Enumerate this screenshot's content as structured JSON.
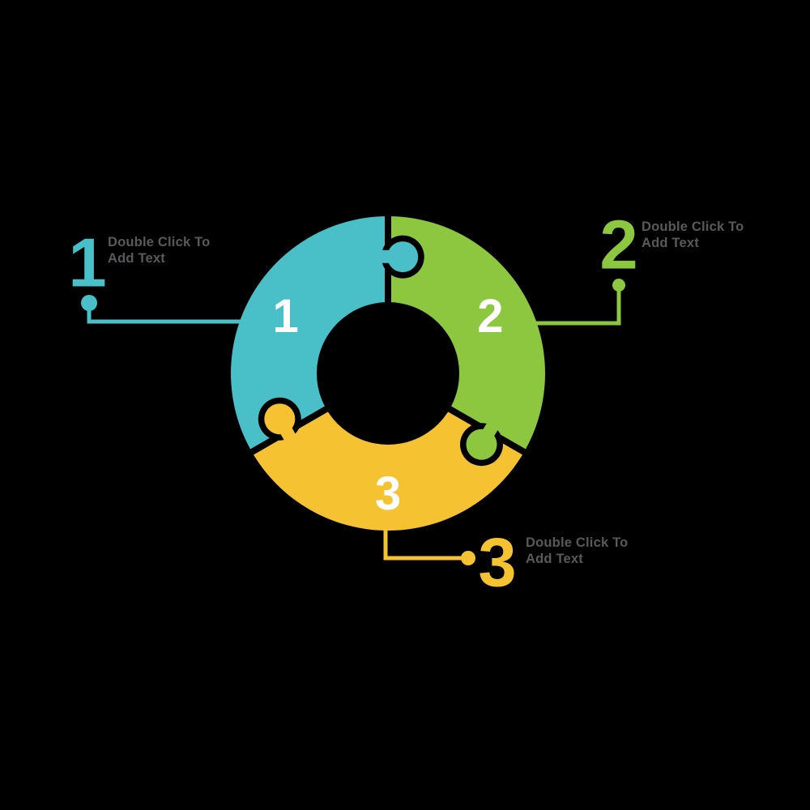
{
  "background_color": "#000000",
  "text_color": "#58595B",
  "diagram": {
    "type": "puzzle-donut",
    "number_color": "#FFFFFF",
    "segments": [
      {
        "number": "1",
        "color": "#49C0C8",
        "start_angle": 90,
        "end_angle": 210
      },
      {
        "number": "2",
        "color": "#8DC63F",
        "start_angle": -30,
        "end_angle": 90
      },
      {
        "number": "3",
        "color": "#F5C232",
        "start_angle": 210,
        "end_angle": 330
      }
    ]
  },
  "callouts": [
    {
      "number": "1",
      "color": "#49C0C8",
      "lines": [
        "Double Click To",
        "Add Text"
      ]
    },
    {
      "number": "2",
      "color": "#8DC63F",
      "lines": [
        "Double Click To",
        "Add Text"
      ]
    },
    {
      "number": "3",
      "color": "#F5C232",
      "lines": [
        "Double Click To",
        "Add Text"
      ]
    }
  ]
}
